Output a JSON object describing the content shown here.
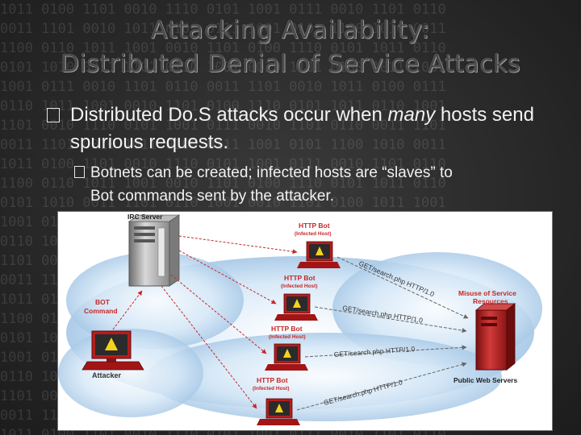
{
  "slide": {
    "title_line1": "Attacking Availability:",
    "title_line2": "Distributed Denial of Service Attacks",
    "bullet1": {
      "pre": "Distributed Do.S attacks occur when ",
      "em": "many",
      "post": " hosts send spurious requests."
    },
    "bullet2": {
      "line1": "Botnets can be created; infected hosts are “slaves” to",
      "line2": "Bot commands sent by the attacker."
    }
  },
  "diagram": {
    "irc_server": "IRC Server",
    "bot_command_1": "BOT",
    "bot_command_2": "Command",
    "attacker": "Attacker",
    "http_bot": "HTTP Bot",
    "infected_host": "(Infected Host)",
    "misuse_1": "Misuse of Service",
    "misuse_2": "Resources",
    "public_web_servers": "Public Web Servers",
    "get_request": "GET/search.php HTTP/1.0"
  },
  "colors": {
    "accent_red": "#c62828",
    "cloud_blue": "#9cc3e6"
  }
}
